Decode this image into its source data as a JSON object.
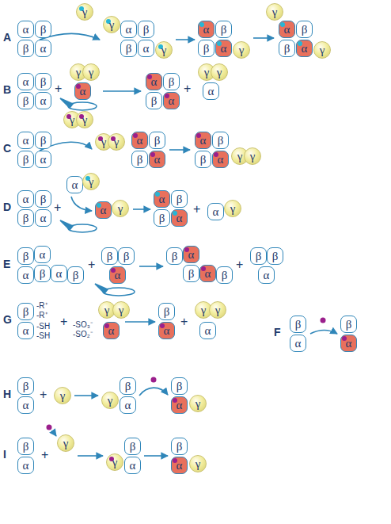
{
  "diagram": {
    "nodes": [
      {
        "text": [
          "α"
        ]
      },
      {
        "text": [
          "β"
        ]
      },
      {
        "text": [
          "β"
        ]
      },
      {
        "text": [
          "α"
        ]
      },
      {
        "text": [
          "γ"
        ]
      },
      {
        "text": [
          "γ"
        ]
      },
      {
        "text": [
          "α"
        ]
      },
      {
        "text": [
          "β"
        ]
      },
      {
        "text": [
          "β"
        ]
      },
      {
        "text": [
          "α"
        ]
      },
      {
        "text": [
          "γ"
        ]
      },
      {
        "text": [
          "α"
        ]
      },
      {
        "text": [
          "β"
        ]
      },
      {
        "text": [
          "β"
        ]
      },
      {
        "text": [
          "α"
        ]
      },
      {
        "text": [
          "γ"
        ]
      },
      {
        "text": [
          "γ"
        ]
      },
      {
        "text": [
          "α"
        ]
      },
      {
        "text": [
          "β"
        ]
      },
      {
        "text": [
          "β"
        ]
      },
      {
        "text": [
          "α"
        ]
      },
      {
        "text": [
          "γ"
        ]
      },
      {
        "text": [
          "α"
        ]
      },
      {
        "text": [
          "β"
        ]
      },
      {
        "text": [
          "β"
        ]
      },
      {
        "text": [
          "α"
        ]
      },
      {
        "text": [
          "γ"
        ]
      },
      {
        "text": [
          "γ"
        ]
      },
      {
        "text": [
          "α"
        ]
      },
      {
        "text": [
          "α"
        ]
      },
      {
        "text": [
          "β"
        ]
      },
      {
        "text": [
          "β"
        ]
      },
      {
        "text": [
          "α"
        ]
      },
      {
        "text": [
          "γ"
        ]
      },
      {
        "text": [
          "γ"
        ]
      },
      {
        "text": [
          "α"
        ]
      },
      {
        "text": [
          "α"
        ]
      },
      {
        "text": [
          "β"
        ]
      },
      {
        "text": [
          "β"
        ]
      },
      {
        "text": [
          "α"
        ]
      },
      {
        "text": [
          "γ"
        ]
      },
      {
        "text": [
          "γ"
        ]
      },
      {
        "text": [
          "γ"
        ]
      },
      {
        "text": [
          "γ"
        ]
      },
      {
        "text": [
          "α"
        ]
      },
      {
        "text": [
          "β"
        ]
      },
      {
        "text": [
          "β"
        ]
      },
      {
        "text": [
          "α"
        ]
      },
      {
        "text": [
          "α"
        ]
      },
      {
        "text": [
          "β"
        ]
      },
      {
        "text": [
          "β"
        ]
      },
      {
        "text": [
          "α"
        ]
      },
      {
        "text": [
          "γ"
        ]
      },
      {
        "text": [
          "γ"
        ]
      },
      {
        "text": [
          "α"
        ]
      },
      {
        "text": [
          "β"
        ]
      },
      {
        "text": [
          "β"
        ]
      },
      {
        "text": [
          "α"
        ]
      },
      {
        "text": [
          "α"
        ]
      },
      {
        "text": [
          "γ"
        ]
      },
      {
        "text": [
          "α"
        ]
      },
      {
        "text": [
          "γ"
        ]
      },
      {
        "text": [
          "α"
        ]
      },
      {
        "text": [
          "β"
        ]
      },
      {
        "text": [
          "β"
        ]
      },
      {
        "text": [
          "α"
        ]
      },
      {
        "text": [
          "α"
        ]
      },
      {
        "text": [
          "γ"
        ]
      },
      {
        "text": [
          "β"
        ]
      },
      {
        "text": [
          "α"
        ]
      },
      {
        "text": [
          "α"
        ]
      },
      {
        "text": [
          "β"
        ]
      },
      {
        "text": [
          "α"
        ]
      },
      {
        "text": [
          "β"
        ]
      },
      {
        "text": [
          "β"
        ]
      },
      {
        "text": [
          "β"
        ]
      },
      {
        "text": [
          "α"
        ]
      },
      {
        "text": [
          "β"
        ]
      },
      {
        "text": [
          "α"
        ]
      },
      {
        "text": [
          "β"
        ]
      },
      {
        "text": [
          "α"
        ]
      },
      {
        "text": [
          "β"
        ]
      },
      {
        "text": [
          "β"
        ]
      },
      {
        "text": [
          "β"
        ]
      },
      {
        "text": [
          "α"
        ]
      },
      {
        "text": [
          "β"
        ]
      },
      {
        "text": [
          "α"
        ]
      },
      {
        "text": [
          "γ"
        ]
      },
      {
        "text": [
          "γ"
        ]
      },
      {
        "text": [
          "α"
        ]
      },
      {
        "text": [
          "β"
        ]
      },
      {
        "text": [
          "α"
        ]
      },
      {
        "text": [
          "γ"
        ]
      },
      {
        "text": [
          "γ"
        ]
      },
      {
        "text": [
          "α"
        ]
      },
      {
        "text": [
          "β"
        ]
      },
      {
        "text": [
          "α"
        ]
      },
      {
        "text": [
          "β"
        ]
      },
      {
        "text": [
          "α"
        ]
      },
      {
        "text": [
          "β"
        ]
      },
      {
        "text": [
          "α"
        ]
      },
      {
        "text": [
          "γ"
        ]
      },
      {
        "text": [
          "γ"
        ]
      },
      {
        "text": [
          "β"
        ]
      },
      {
        "text": [
          "α"
        ]
      },
      {
        "text": [
          "β"
        ]
      },
      {
        "text": [
          "α"
        ]
      },
      {
        "text": [
          "γ"
        ]
      },
      {
        "text": [
          "β"
        ]
      },
      {
        "text": [
          "α"
        ]
      },
      {
        "text": [
          "γ"
        ]
      },
      {
        "text": [
          "γ"
        ]
      },
      {
        "text": [
          "β"
        ]
      },
      {
        "text": [
          "α"
        ]
      },
      {
        "text": [
          "β"
        ]
      },
      {
        "text": [
          "α"
        ]
      },
      {
        "text": [
          "γ"
        ]
      }
    ],
    "labels": [
      "A",
      "B",
      "+",
      "+",
      "C",
      "D",
      "+",
      "+",
      "E",
      "+",
      "+",
      "G",
      "-R⁺",
      "-R⁺",
      "-SH",
      "-SH",
      "+",
      "-SO₃⁻",
      "-SO₂⁻",
      "+",
      "F",
      "H",
      "+",
      "I",
      "+"
    ]
  }
}
